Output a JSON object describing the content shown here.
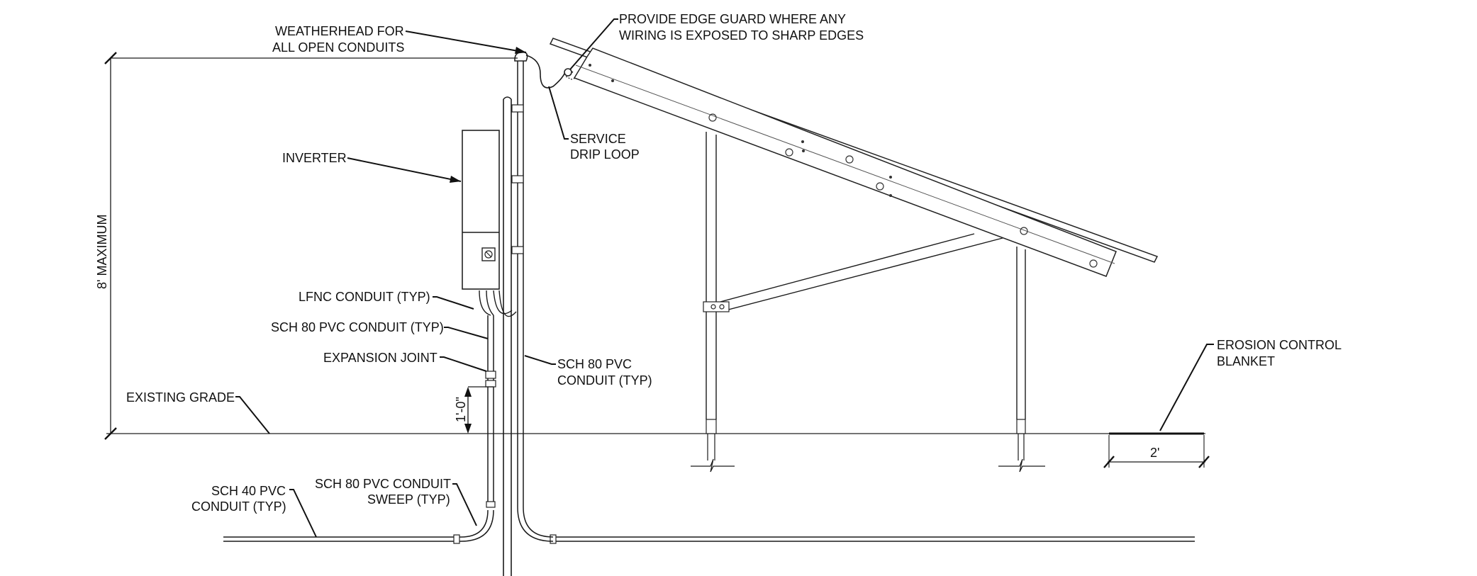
{
  "labels": {
    "weatherhead_1": "WEATHERHEAD FOR",
    "weatherhead_2": "ALL OPEN CONDUITS",
    "edge_guard_1": "PROVIDE EDGE GUARD WHERE ANY",
    "edge_guard_2": "WIRING IS EXPOSED TO SHARP EDGES",
    "drip_loop_1": "SERVICE",
    "drip_loop_2": "DRIP LOOP",
    "inverter": "INVERTER",
    "lfnc": "LFNC CONDUIT (TYP)",
    "sch80_typ": "SCH 80 PVC CONDUIT (TYP)",
    "expansion_joint": "EXPANSION JOINT",
    "existing_grade": "EXISTING GRADE",
    "sch80_right_1": "SCH 80 PVC",
    "sch80_right_2": "CONDUIT (TYP)",
    "erosion_1": "EROSION CONTROL",
    "erosion_2": "BLANKET",
    "sch40_1": "SCH 40 PVC",
    "sch40_2": "CONDUIT (TYP)",
    "sweep_1": "SCH 80 PVC CONDUIT",
    "sweep_2": "SWEEP (TYP)"
  },
  "dimensions": {
    "height_max": "8' MAXIMUM",
    "one_foot": "1'-0\"",
    "blanket_width": "2'"
  }
}
